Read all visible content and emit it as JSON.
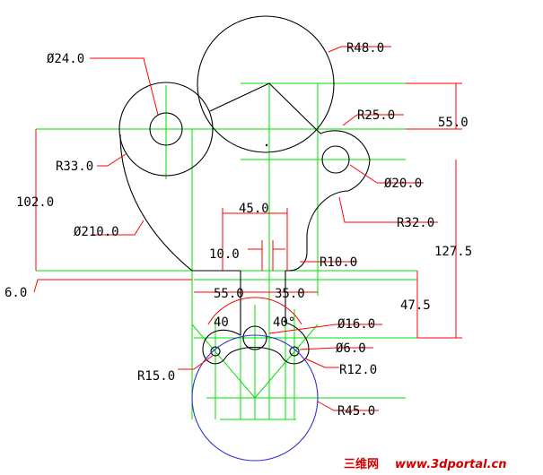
{
  "dimensions": {
    "d24": "Ø24.0",
    "r48": "R48.0",
    "r25": "R25.0",
    "v55": "55.0",
    "r33": "R33.0",
    "d20": "Ø20.0",
    "v102": "102.0",
    "h45": "45.0",
    "d210": "Ø210.0",
    "r32": "R32.0",
    "v127": "127.5",
    "h10": "10.0",
    "r10": "R10.0",
    "v6": "6.0",
    "h55": "55.0",
    "h35": "35.0",
    "v47": "47.5",
    "a40l": "40",
    "a40r": "40°",
    "d16": "Ø16.0",
    "d6": "Ø6.0",
    "r15": "R15.0",
    "r12": "R12.0",
    "r45": "R45.0"
  },
  "watermark": {
    "chinese": "三维网",
    "site": "www.3dportal.cn"
  },
  "colors": {
    "geometry": "#000000",
    "centerline": "#00e000",
    "dimension": "#ff0000",
    "circle_blue": "#3030d0",
    "watermark": "#d00000"
  }
}
